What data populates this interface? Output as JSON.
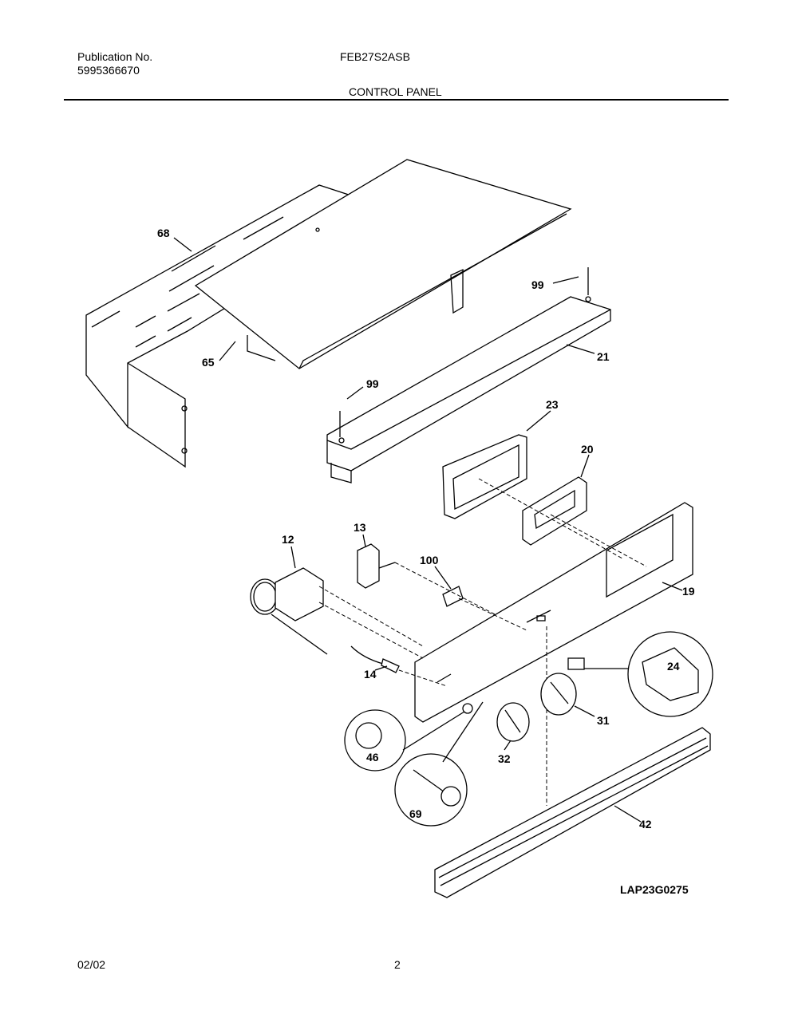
{
  "header": {
    "publication_label": "Publication No.",
    "publication_number": "5995366670",
    "model": "FEB27S2ASB",
    "section_title": "CONTROL PANEL"
  },
  "diagram": {
    "callouts": {
      "c68": "68",
      "c99a": "99",
      "c21": "21",
      "c65": "65",
      "c99b": "99",
      "c23": "23",
      "c20": "20",
      "c12": "12",
      "c13": "13",
      "c100": "100",
      "c19": "19",
      "c24": "24",
      "c14": "14",
      "c31": "31",
      "c46": "46",
      "c32": "32",
      "c69": "69",
      "c42": "42"
    },
    "drawing_code": "LAP23G0275"
  },
  "footer": {
    "date": "02/02",
    "page": "2"
  }
}
